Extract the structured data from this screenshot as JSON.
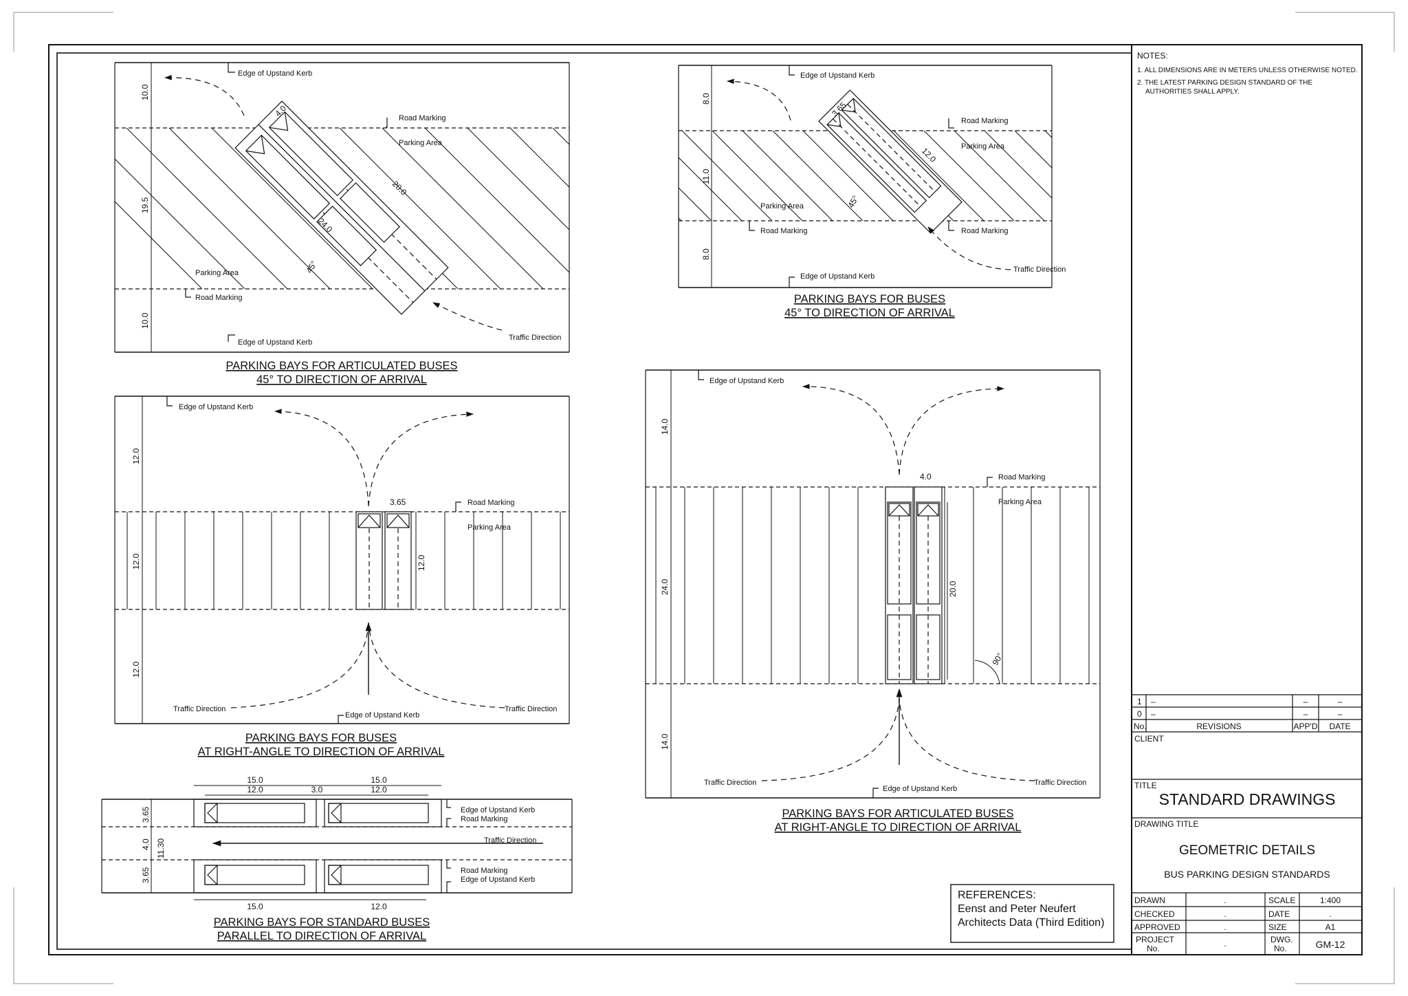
{
  "notes": {
    "heading": "NOTES:",
    "items": [
      "1. ALL DIMENSIONS ARE IN METERS UNLESS OTHERWISE NOTED.",
      "2. THE LATEST PARKING DESIGN STANDARD OF THE",
      "AUTHORITIES SHALL APPLY."
    ]
  },
  "labels": {
    "kerb": "Edge of Upstand Kerb",
    "road_marking": "Road Marking",
    "parking_area": "Parking Area",
    "traffic": "Traffic Direction"
  },
  "d1": {
    "title1": "PARKING BAYS FOR ARTICULATED BUSES",
    "title2": "45° TO DIRECTION OF ARRIVAL",
    "dims": [
      "10.0",
      "19.5",
      "10.0",
      "4.0",
      "20.0",
      "24.0",
      "45°"
    ]
  },
  "d2": {
    "title1": "PARKING BAYS FOR BUSES",
    "title2": "45° TO DIRECTION OF ARRIVAL",
    "dims": [
      "8.0",
      "11.0",
      "8.0",
      "3.65",
      "12.0",
      "45°"
    ]
  },
  "d3": {
    "title1": "PARKING BAYS FOR BUSES",
    "title2": "AT RIGHT-ANGLE TO DIRECTION OF ARRIVAL",
    "dims": [
      "12.0",
      "12.0",
      "12.0",
      "3.65",
      "12.0"
    ]
  },
  "d4": {
    "title1": "PARKING BAYS FOR ARTICULATED BUSES",
    "title2": "AT RIGHT-ANGLE TO DIRECTION OF ARRIVAL",
    "dims": [
      "14.0",
      "24.0",
      "14.0",
      "4.0",
      "20.0",
      "90°"
    ]
  },
  "d5": {
    "title1": "PARKING BAYS FOR STANDARD BUSES",
    "title2": "PARALLEL TO DIRECTION OF ARRIVAL",
    "dims": [
      "15.0",
      "12.0",
      "3.0",
      "15.0",
      "12.0",
      "15.0",
      "12.0",
      "3.65",
      "4.0",
      "11.30",
      "3.65"
    ]
  },
  "references": {
    "heading": "REFERENCES:",
    "line1": "Eenst and Peter Neufert",
    "line2": "Architects Data (Third Edition)"
  },
  "revisions": {
    "rows": [
      {
        "no": "1",
        "desc": "–",
        "appd": "–",
        "date": "–"
      },
      {
        "no": "0",
        "desc": "–",
        "appd": "–",
        "date": "–"
      }
    ],
    "head_no": "No.",
    "head_rev": "REVISIONS",
    "head_appd": "APP'D",
    "head_date": "DATE"
  },
  "title_block": {
    "client_label": "CLIENT",
    "title_label": "TITLE",
    "title": "STANDARD DRAWINGS",
    "drawing_title_label": "DRAWING TITLE",
    "drawing_title": "GEOMETRIC DETAILS",
    "drawing_subtitle": "BUS PARKING DESIGN STANDARDS",
    "drawn_label": "DRAWN",
    "drawn": ".",
    "checked_label": "CHECKED",
    "checked": ".",
    "approved_label": "APPROVED",
    "approved": ".",
    "project_label_1": "PROJECT",
    "project_label_2": "No.",
    "project": ".",
    "scale_label": "SCALE",
    "scale": "1:400",
    "date_label": "DATE",
    "date": ".",
    "size_label": "SIZE",
    "size": "A1",
    "dwg_label_1": "DWG.",
    "dwg_label_2": "No.",
    "dwg": "GM-12"
  },
  "colors": {
    "ink": "#111111",
    "paper": "#ffffff",
    "corner_marks": "#b8b8b8"
  }
}
